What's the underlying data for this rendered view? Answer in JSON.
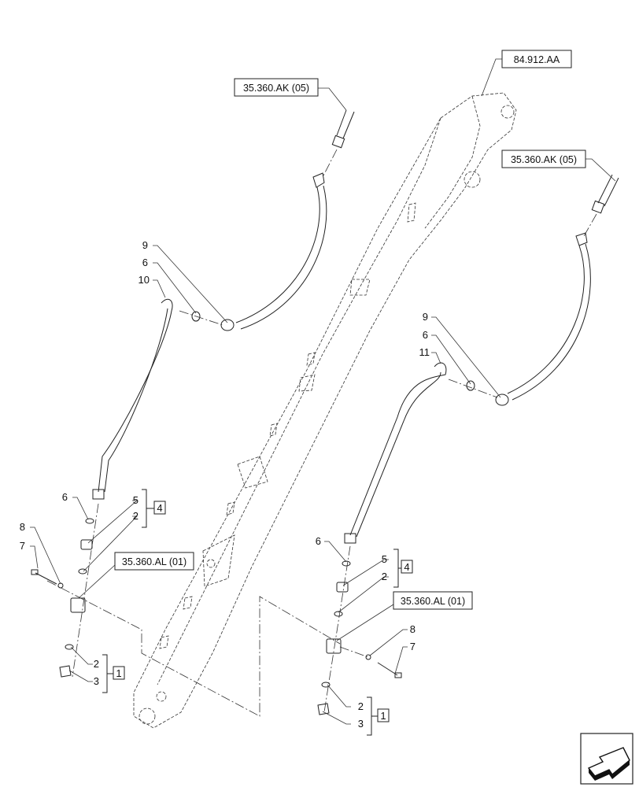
{
  "refs": {
    "ref_top_center": "84.912.AA",
    "ref_left_hose": "35.360.AK (05)",
    "ref_right_hose": "35.360.AK (05)",
    "ref_left_block": "35.360.AL (01)",
    "ref_right_block": "35.360.AL (01)"
  },
  "callouts": {
    "left": {
      "n9": "9",
      "n6a": "6",
      "n10": "10",
      "n6b": "6",
      "n5": "5",
      "n2a": "2",
      "n4": "4",
      "n8": "8",
      "n7": "7",
      "n2b": "2",
      "n3": "3",
      "n1": "1"
    },
    "right": {
      "n9": "9",
      "n6a": "6",
      "n11": "11",
      "n6b": "6",
      "n5": "5",
      "n2a": "2",
      "n4": "4",
      "n8": "8",
      "n7": "7",
      "n2b": "2",
      "n3": "3",
      "n1": "1"
    }
  },
  "icons": {
    "nav": "next-page-arrow-icon"
  }
}
